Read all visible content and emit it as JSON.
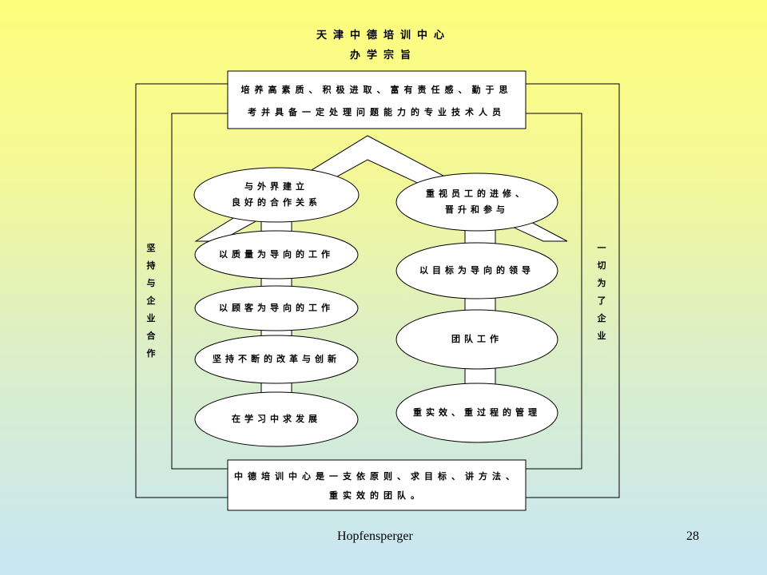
{
  "header": {
    "line1": "天津中德培训中心",
    "line2": "办学宗旨"
  },
  "top_box": {
    "line1": "培养高素质、积极进取、富有责任感、勤于思",
    "line2": "考并具备一定处理问题能力的专业技术人员"
  },
  "bottom_box": {
    "line1": "中德培训中心是一支依原则、求目标、讲方法、",
    "line2": "重实效的团队。"
  },
  "left_vertical": "坚持与企业合作",
  "right_vertical": "一切为了企业",
  "left_ovals": [
    {
      "line1": "与外界建立",
      "line2": "良好的合作关系"
    },
    {
      "line1": "以质量为导向的工作",
      "line2": ""
    },
    {
      "line1": "以顾客为导向的工作",
      "line2": ""
    },
    {
      "line1": "坚持不断的改革与创新",
      "line2": ""
    },
    {
      "line1": "在学习中求发展",
      "line2": ""
    }
  ],
  "right_ovals": [
    {
      "line1": "重视员工的进修、",
      "line2": "晋升和参与"
    },
    {
      "line1": "以目标为导向的领导",
      "line2": ""
    },
    {
      "line1": "团队工作",
      "line2": ""
    },
    {
      "line1": "重实效、重过程的管理",
      "line2": ""
    }
  ],
  "footer": {
    "author": "Hopfensperger",
    "page_number": "28"
  },
  "colors": {
    "background_top": "#fefe7c",
    "background_bottom": "#c7e6f5",
    "shape_fill": "#ffffff",
    "line": "#000000"
  }
}
